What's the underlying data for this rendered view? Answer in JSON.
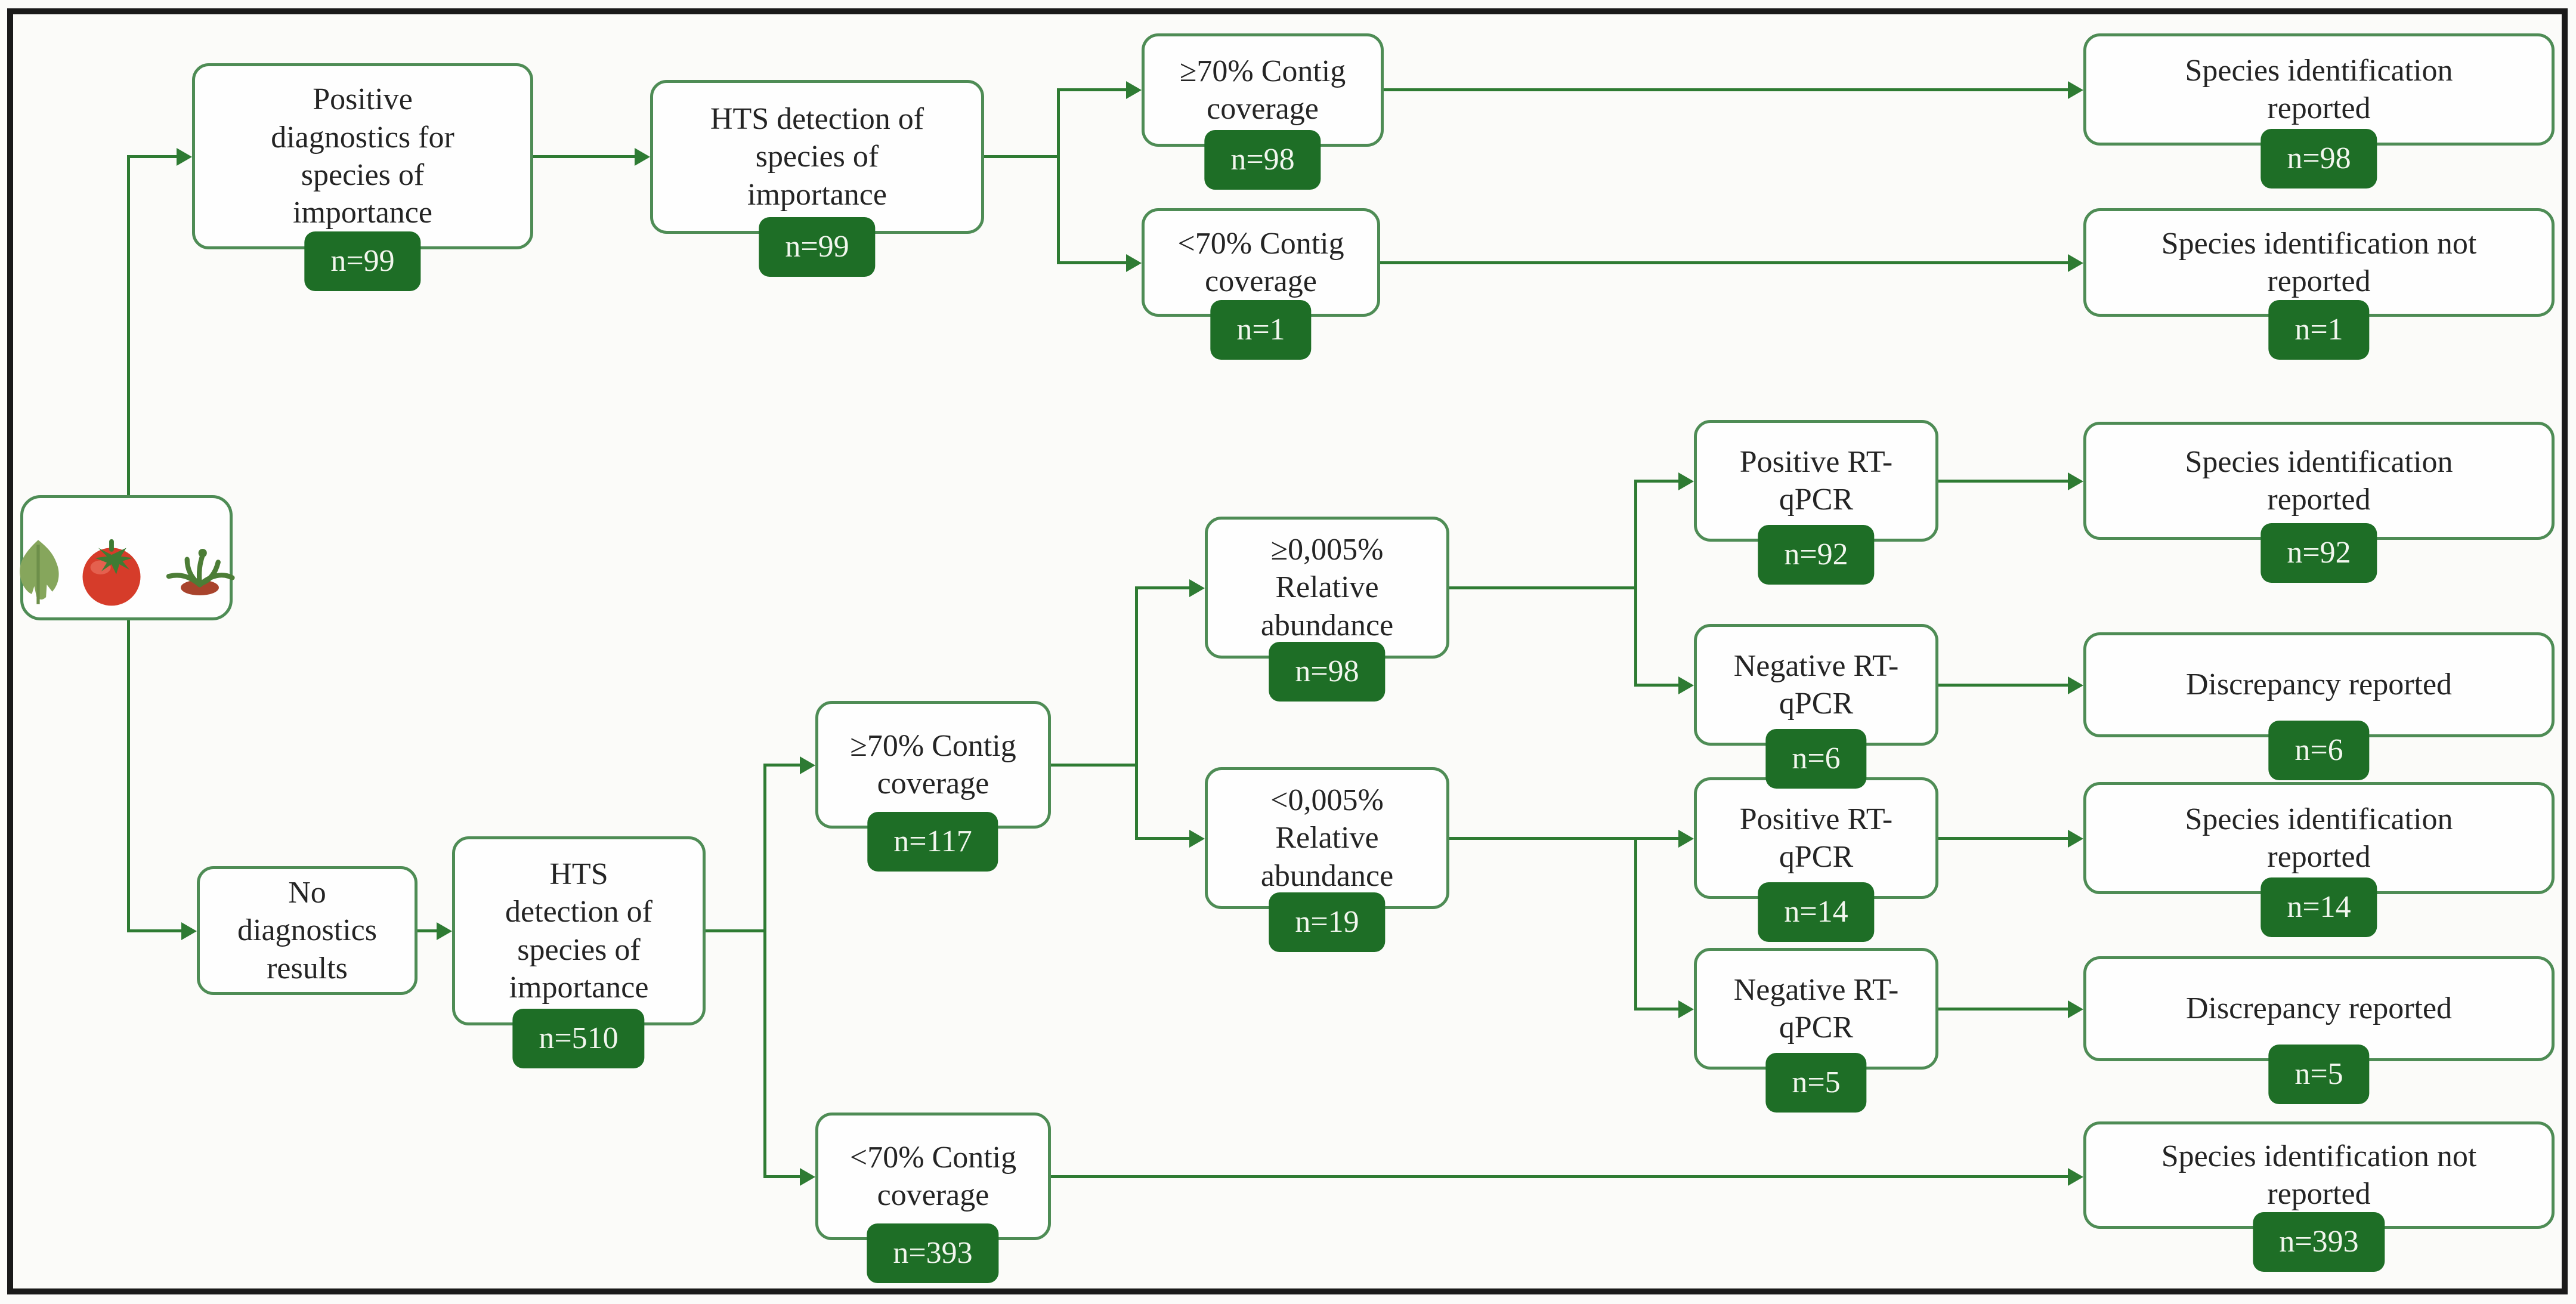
{
  "diagram": {
    "title": "HTS species identification decision flowchart",
    "start_icons": [
      "tomato-leaf-icon",
      "tomato-icon",
      "tomato-calyx-icon"
    ],
    "nodes": {
      "positive_diagnostics": {
        "label": "Positive\ndiagnostics for\nspecies of\nimportance",
        "n": "n=99"
      },
      "hts_detection_top": {
        "label": "HTS detection of\nspecies of\nimportance",
        "n": "n=99"
      },
      "contig_ge70_top": {
        "label": "≥70% Contig\ncoverage",
        "n": "n=98"
      },
      "contig_lt70_top": {
        "label": "<70% Contig\ncoverage",
        "n": "n=1"
      },
      "species_reported_top": {
        "label": "Species identification\nreported",
        "n": "n=98"
      },
      "species_not_reported_top": {
        "label": "Species identification not\nreported",
        "n": "n=1"
      },
      "no_diagnostics": {
        "label": "No\ndiagnostics\nresults"
      },
      "hts_detection_bottom": {
        "label": "HTS\ndetection of\nspecies of\nimportance",
        "n": "n=510"
      },
      "contig_ge70_bottom": {
        "label": "≥70% Contig\ncoverage",
        "n": "n=117"
      },
      "contig_lt70_bottom": {
        "label": "<70% Contig\ncoverage",
        "n": "n=393"
      },
      "rel_abund_ge": {
        "label": "≥0,005%\nRelative\nabundance",
        "n": "n=98"
      },
      "rel_abund_lt": {
        "label": "<0,005%\nRelative\nabundance",
        "n": "n=19"
      },
      "pos_rtqpcr_upper": {
        "label": "Positive RT-\nqPCR",
        "n": "n=92"
      },
      "neg_rtqpcr_upper": {
        "label": "Negative RT-\nqPCR",
        "n": "n=6"
      },
      "pos_rtqpcr_lower": {
        "label": "Positive RT-\nqPCR",
        "n": "n=14"
      },
      "neg_rtqpcr_lower": {
        "label": "Negative RT-\nqPCR",
        "n": "n=5"
      },
      "species_reported_mid1": {
        "label": "Species identification\nreported",
        "n": "n=92"
      },
      "discrepancy_mid1": {
        "label": "Discrepancy reported",
        "n": "n=6"
      },
      "species_reported_mid2": {
        "label": "Species identification\nreported",
        "n": "n=14"
      },
      "discrepancy_mid2": {
        "label": "Discrepancy reported",
        "n": "n=5"
      },
      "species_not_reported_bottom": {
        "label": "Species identification not\nreported",
        "n": "n=393"
      }
    },
    "colors": {
      "line": "#2e7b33",
      "box_border": "#4e8c55",
      "badge_bg": "#1e6e26",
      "badge_text": "#f2f6ee",
      "text": "#242424",
      "frame": "#1a1a1a"
    }
  }
}
